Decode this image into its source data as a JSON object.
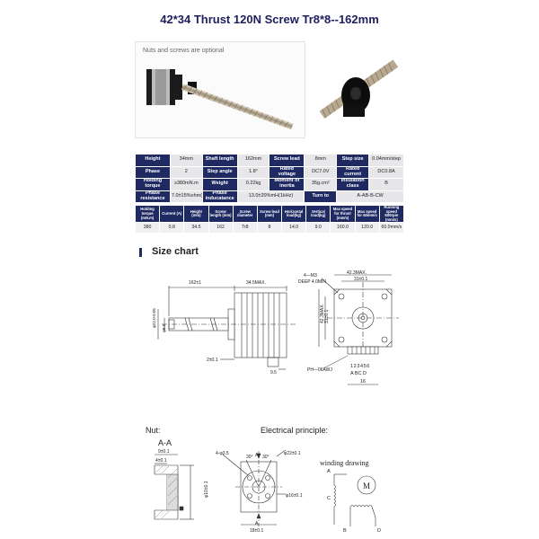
{
  "title": "42*34 Thrust 120N Screw Tr8*8--162mm",
  "photo_caption": "Nuts and screws are optional",
  "spec_table": [
    [
      {
        "h": "Height"
      },
      {
        "v": "34mm"
      },
      {
        "h": "Shaft length"
      },
      {
        "v": "162mm"
      },
      {
        "h": "Screw lead"
      },
      {
        "v": "8mm"
      },
      {
        "h": "Step size"
      },
      {
        "v": "0.04mm/step"
      }
    ],
    [
      {
        "h": "Phase"
      },
      {
        "v": "2"
      },
      {
        "h": "Step angle"
      },
      {
        "v": "1.8°"
      },
      {
        "h": "Rated voltage"
      },
      {
        "v": "DC7.0V"
      },
      {
        "h": "Rated current"
      },
      {
        "v": "DC0.8A"
      }
    ],
    [
      {
        "h": "Holding torque"
      },
      {
        "v": "≥380mN.m"
      },
      {
        "h": "Weight"
      },
      {
        "v": "0.22kg"
      },
      {
        "h": "Moment of inertia"
      },
      {
        "v": "35g.cm²"
      },
      {
        "h": "Insulation class"
      },
      {
        "v": "B"
      }
    ],
    [
      {
        "h": "Phase resistance"
      },
      {
        "v": "7.0±15%ohm(20℃)"
      },
      {
        "h": "Phase inducatance"
      },
      {
        "v": "13.0±20%mH(1kHz)"
      },
      {
        "h": "Turn to"
      },
      {
        "v": "A-AB-B-CW"
      }
    ]
  ],
  "spec_table2": {
    "headers": [
      "Holding torque (mN.m)",
      "Current (A)",
      "Height (mm)",
      "Screw length (mm)",
      "Screw diameter",
      "Screw lead (mm)",
      "Horizontal load(kg)",
      "Vertical load(kg)",
      "Max speed for thrust (mm/s)",
      "Max speed for 60mm/s",
      "Running speed 600rpm (mm/s)"
    ],
    "values": [
      "380",
      "0.8",
      "34.5",
      "162",
      "Tr8",
      "8",
      "14.0",
      "9.0",
      "160.0",
      "120.0",
      "60.0mm/s"
    ]
  },
  "size_chart_label": "Size chart",
  "drawing": {
    "dim_162": "162±1",
    "dim_34": "34.5MAX.",
    "dim_phi22": "φ22.0-0.05",
    "dim_phi8": "φ8.0",
    "dim_2": "2±0.1",
    "dim_95": "9.5",
    "dim_42a": "42.3MAX.",
    "dim_31": "31±0.1",
    "dim_42b": "42.3MAX.",
    "dim_31b": "31±0.1",
    "dim_m3": "4—M3",
    "dim_deep": "DEEP 4.0MIN",
    "pins": "123456",
    "pin_letters": "A  BC D",
    "pin_16": "16",
    "connector": "PH—06AWJ",
    "nut_label": "Nut:",
    "section": "A-A",
    "dim_9": "9±0.1",
    "dim_4": "4±0.1",
    "dim_phi10": "φ10±0.1",
    "elec_label": "Electrical principle:",
    "dim_35": "4-φ3.5",
    "dim_30a": "30°",
    "dim_30b": "30°",
    "dim_phi22b": "φ22±0.1",
    "dim_phi16": "φ16±0.1",
    "dim_18": "18±0.1",
    "winding_label": "winding drawing",
    "coil_a": "A",
    "coil_c": "C",
    "coil_b": "B",
    "coil_d": "D",
    "motor_m": "M",
    "a_mark": "A",
    "a_mark2": "A"
  }
}
